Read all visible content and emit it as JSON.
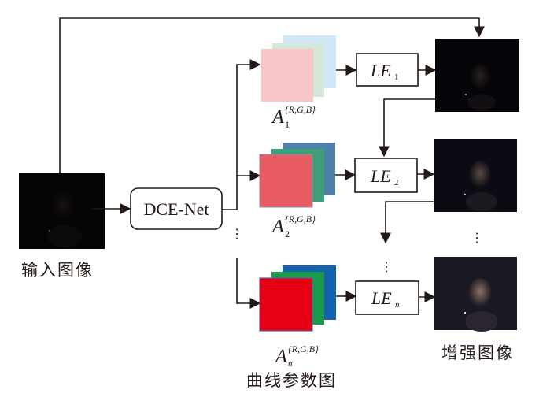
{
  "diagram": {
    "title": "Zero-DCE low-light enhancement pipeline",
    "input": {
      "caption": "输入图像",
      "image": "dark-portrait"
    },
    "network": {
      "label": "DCE-Net"
    },
    "curve_maps": {
      "caption": "曲线参数图",
      "items": [
        {
          "base": "A",
          "sub": "1",
          "sup": "{R,G,B}",
          "colors": {
            "r": "#f6c6c8",
            "g": "#d4e8d9",
            "b": "#cfe7f7"
          }
        },
        {
          "base": "A",
          "sub": "2",
          "sup": "{R,G,B}",
          "colors": {
            "r": "#e85d63",
            "g": "#3c9f77",
            "b": "#4f80aa"
          }
        },
        {
          "base": "A",
          "sub": "n",
          "sup": "{R,G,B}",
          "colors": {
            "r": "#e60012",
            "g": "#1a9a4a",
            "b": "#1462ae"
          }
        }
      ]
    },
    "le_blocks": [
      {
        "base": "LE",
        "sub": "1"
      },
      {
        "base": "LE",
        "sub": "2"
      },
      {
        "base": "LE",
        "sub": "n"
      }
    ],
    "outputs": {
      "caption": "增强图像",
      "images": [
        "enhanced-iter-1",
        "enhanced-iter-2",
        "enhanced-iter-n"
      ]
    },
    "ellipsis": "⋮",
    "line_color": "#231815"
  }
}
